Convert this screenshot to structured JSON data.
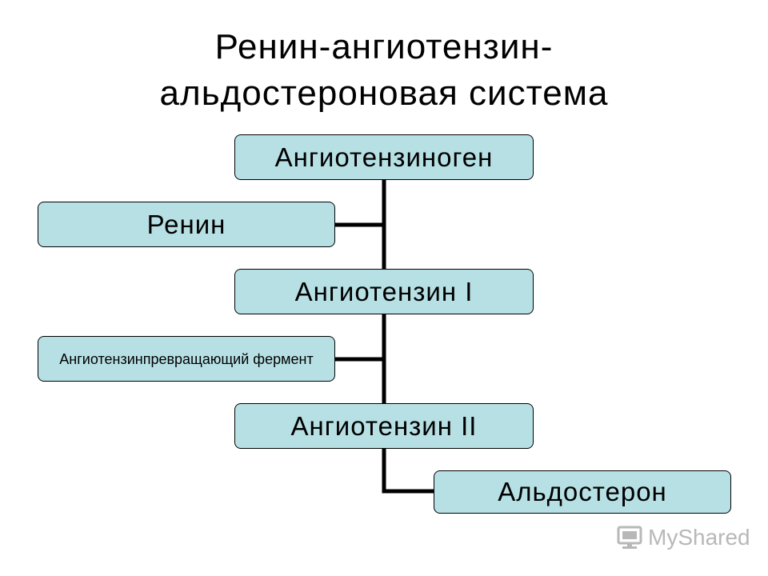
{
  "title": {
    "line1": "Ренин-ангиотензин-",
    "line2": "альдостероновая система"
  },
  "nodes": {
    "angiotensinogen": "Ангиотензиноген",
    "renin": "Ренин",
    "angiotensin1": "Ангиотензин I",
    "ace": "Ангиотензинпревращающий фермент",
    "angiotensin2": "Ангиотензин II",
    "aldosterone": "Альдостерон"
  },
  "watermark": {
    "text": "MyShared",
    "icon": "monitor-icon"
  },
  "colors": {
    "box_fill": "#b7e0e5",
    "connector": "#000000",
    "watermark": "#b8b8b8"
  }
}
